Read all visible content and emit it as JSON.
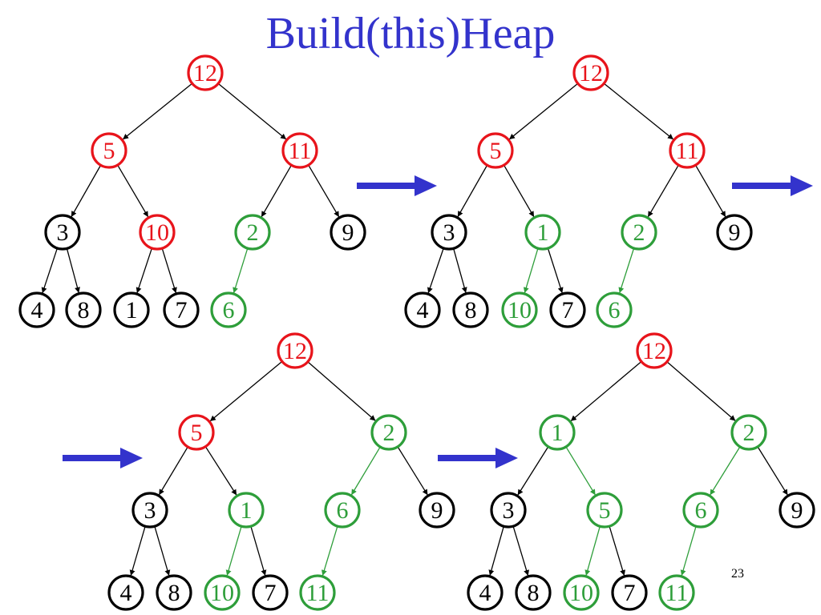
{
  "slide": {
    "title": "Build(this)Heap",
    "page_number": "23"
  },
  "colors": {
    "title": "#3333cc",
    "arrow": "#3333cc",
    "red": "#e8141b",
    "green": "#2e9e3a",
    "black": "#000000"
  },
  "trees": [
    {
      "id": "tree-1",
      "nodes": [
        {
          "label": "12",
          "color": "red"
        },
        {
          "label": "5",
          "color": "red"
        },
        {
          "label": "11",
          "color": "red"
        },
        {
          "label": "3",
          "color": "black"
        },
        {
          "label": "10",
          "color": "red"
        },
        {
          "label": "2",
          "color": "green"
        },
        {
          "label": "9",
          "color": "black"
        },
        {
          "label": "4",
          "color": "black"
        },
        {
          "label": "8",
          "color": "black"
        },
        {
          "label": "1",
          "color": "black"
        },
        {
          "label": "7",
          "color": "black"
        },
        {
          "label": "6",
          "color": "green"
        }
      ],
      "edges": [
        {
          "from": 0,
          "to": 1,
          "color": "black"
        },
        {
          "from": 0,
          "to": 2,
          "color": "black"
        },
        {
          "from": 1,
          "to": 3,
          "color": "black"
        },
        {
          "from": 1,
          "to": 4,
          "color": "black"
        },
        {
          "from": 2,
          "to": 5,
          "color": "black"
        },
        {
          "from": 2,
          "to": 6,
          "color": "black"
        },
        {
          "from": 3,
          "to": 7,
          "color": "black"
        },
        {
          "from": 3,
          "to": 8,
          "color": "black"
        },
        {
          "from": 4,
          "to": 9,
          "color": "black"
        },
        {
          "from": 4,
          "to": 10,
          "color": "black"
        },
        {
          "from": 5,
          "to": 11,
          "color": "green"
        }
      ]
    },
    {
      "id": "tree-2",
      "nodes": [
        {
          "label": "12",
          "color": "red"
        },
        {
          "label": "5",
          "color": "red"
        },
        {
          "label": "11",
          "color": "red"
        },
        {
          "label": "3",
          "color": "black"
        },
        {
          "label": "1",
          "color": "green"
        },
        {
          "label": "2",
          "color": "green"
        },
        {
          "label": "9",
          "color": "black"
        },
        {
          "label": "4",
          "color": "black"
        },
        {
          "label": "8",
          "color": "black"
        },
        {
          "label": "10",
          "color": "green"
        },
        {
          "label": "7",
          "color": "black"
        },
        {
          "label": "6",
          "color": "green"
        }
      ],
      "edges": [
        {
          "from": 0,
          "to": 1,
          "color": "black"
        },
        {
          "from": 0,
          "to": 2,
          "color": "black"
        },
        {
          "from": 1,
          "to": 3,
          "color": "black"
        },
        {
          "from": 1,
          "to": 4,
          "color": "black"
        },
        {
          "from": 2,
          "to": 5,
          "color": "black"
        },
        {
          "from": 2,
          "to": 6,
          "color": "black"
        },
        {
          "from": 3,
          "to": 7,
          "color": "black"
        },
        {
          "from": 3,
          "to": 8,
          "color": "black"
        },
        {
          "from": 4,
          "to": 9,
          "color": "green"
        },
        {
          "from": 4,
          "to": 10,
          "color": "black"
        },
        {
          "from": 5,
          "to": 11,
          "color": "green"
        }
      ]
    },
    {
      "id": "tree-3",
      "nodes": [
        {
          "label": "12",
          "color": "red"
        },
        {
          "label": "5",
          "color": "red"
        },
        {
          "label": "2",
          "color": "green"
        },
        {
          "label": "3",
          "color": "black"
        },
        {
          "label": "1",
          "color": "green"
        },
        {
          "label": "6",
          "color": "green"
        },
        {
          "label": "9",
          "color": "black"
        },
        {
          "label": "4",
          "color": "black"
        },
        {
          "label": "8",
          "color": "black"
        },
        {
          "label": "10",
          "color": "green"
        },
        {
          "label": "7",
          "color": "black"
        },
        {
          "label": "11",
          "color": "green"
        }
      ],
      "edges": [
        {
          "from": 0,
          "to": 1,
          "color": "black"
        },
        {
          "from": 0,
          "to": 2,
          "color": "black"
        },
        {
          "from": 1,
          "to": 3,
          "color": "black"
        },
        {
          "from": 1,
          "to": 4,
          "color": "black"
        },
        {
          "from": 2,
          "to": 5,
          "color": "green"
        },
        {
          "from": 2,
          "to": 6,
          "color": "black"
        },
        {
          "from": 3,
          "to": 7,
          "color": "black"
        },
        {
          "from": 3,
          "to": 8,
          "color": "black"
        },
        {
          "from": 4,
          "to": 9,
          "color": "green"
        },
        {
          "from": 4,
          "to": 10,
          "color": "black"
        },
        {
          "from": 5,
          "to": 11,
          "color": "green"
        }
      ]
    },
    {
      "id": "tree-4",
      "nodes": [
        {
          "label": "12",
          "color": "red"
        },
        {
          "label": "1",
          "color": "green"
        },
        {
          "label": "2",
          "color": "green"
        },
        {
          "label": "3",
          "color": "black"
        },
        {
          "label": "5",
          "color": "green"
        },
        {
          "label": "6",
          "color": "green"
        },
        {
          "label": "9",
          "color": "black"
        },
        {
          "label": "4",
          "color": "black"
        },
        {
          "label": "8",
          "color": "black"
        },
        {
          "label": "10",
          "color": "green"
        },
        {
          "label": "7",
          "color": "black"
        },
        {
          "label": "11",
          "color": "green"
        }
      ],
      "edges": [
        {
          "from": 0,
          "to": 1,
          "color": "black"
        },
        {
          "from": 0,
          "to": 2,
          "color": "black"
        },
        {
          "from": 1,
          "to": 3,
          "color": "black"
        },
        {
          "from": 1,
          "to": 4,
          "color": "green"
        },
        {
          "from": 2,
          "to": 5,
          "color": "green"
        },
        {
          "from": 2,
          "to": 6,
          "color": "black"
        },
        {
          "from": 3,
          "to": 7,
          "color": "black"
        },
        {
          "from": 3,
          "to": 8,
          "color": "black"
        },
        {
          "from": 4,
          "to": 9,
          "color": "green"
        },
        {
          "from": 4,
          "to": 10,
          "color": "black"
        },
        {
          "from": 5,
          "to": 11,
          "color": "green"
        }
      ]
    }
  ]
}
